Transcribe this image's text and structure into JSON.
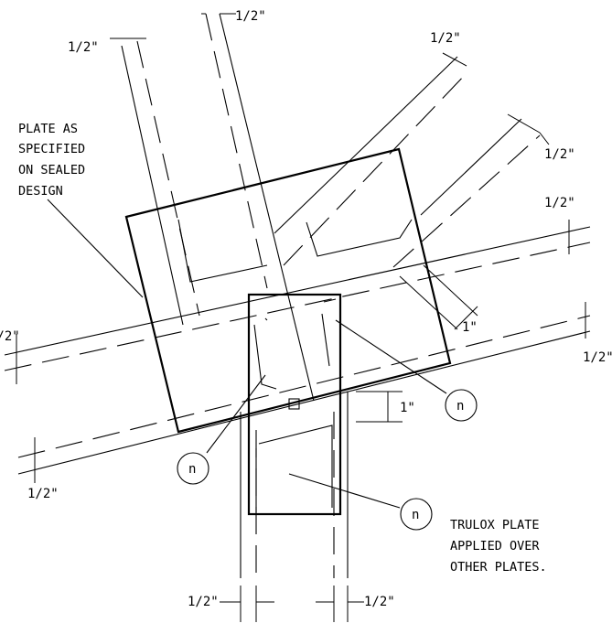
{
  "labels": {
    "half_inch": "1/2\"",
    "one_inch": "1\"",
    "n": "n"
  },
  "notes": {
    "plate_as_specified": [
      "PLATE AS",
      "SPECIFIED",
      "ON SEALED",
      "DESIGN"
    ],
    "trulox": [
      "TRULOX PLATE",
      "APPLIED OVER",
      "OTHER PLATES."
    ]
  }
}
